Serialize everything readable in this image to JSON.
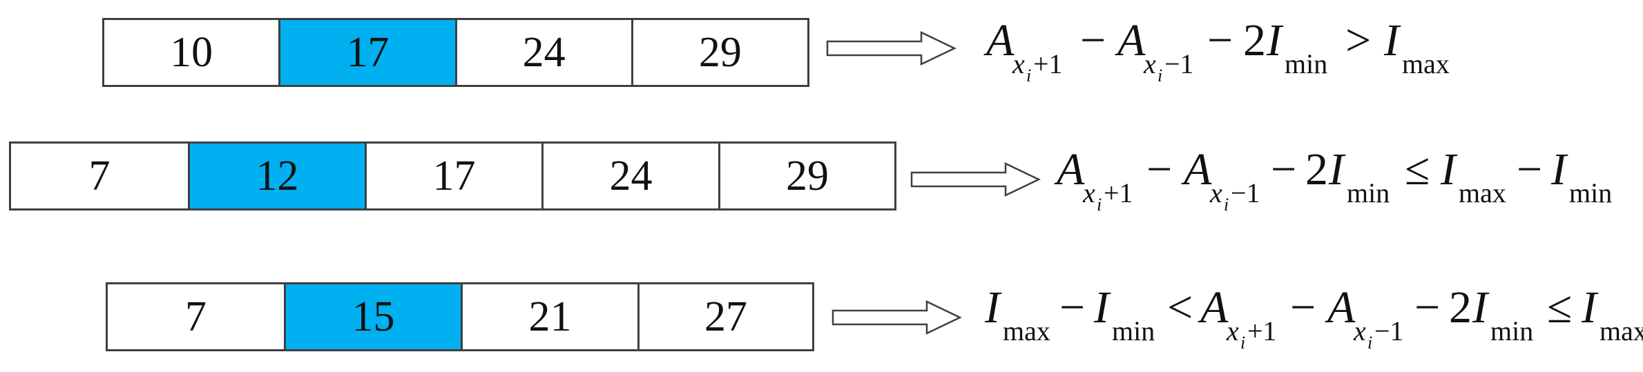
{
  "rows": [
    {
      "cells": [
        "10",
        "17",
        "24",
        "29"
      ],
      "highlight_index": 1,
      "formula": {
        "t1": "A",
        "t1_sub": "x",
        "t1_subsub": "i",
        "t1_tail": "+1",
        "op1": "−",
        "t2": "A",
        "t2_sub": "x",
        "t2_subsub": "i",
        "t2_tail": "−1",
        "op2": "−",
        "coef": "2",
        "t3": "I",
        "t3_sub": "min",
        "rel": ">",
        "t4": "I",
        "t4_sub": "max"
      }
    },
    {
      "cells": [
        "7",
        "12",
        "17",
        "24",
        "29"
      ],
      "highlight_index": 1,
      "formula": {
        "t1": "A",
        "t1_sub": "x",
        "t1_subsub": "i",
        "t1_tail": "+1",
        "op1": "−",
        "t2": "A",
        "t2_sub": "x",
        "t2_subsub": "i",
        "t2_tail": "−1",
        "op2": "−",
        "coef": "2",
        "t3": "I",
        "t3_sub": "min",
        "rel": "≤",
        "t4": "I",
        "t4_sub": "max",
        "op3": "−",
        "t5": "I",
        "t5_sub": "min"
      }
    },
    {
      "cells": [
        "7",
        "15",
        "21",
        "27"
      ],
      "highlight_index": 1,
      "formula": {
        "p1": "I",
        "p1_sub": "max",
        "pop": "−",
        "p2": "I",
        "p2_sub": "min",
        "prel": "<",
        "t1": "A",
        "t1_sub": "x",
        "t1_subsub": "i",
        "t1_tail": "+1",
        "op1": "−",
        "t2": "A",
        "t2_sub": "x",
        "t2_subsub": "i",
        "t2_tail": "−1",
        "op2": "−",
        "coef": "2",
        "t3": "I",
        "t3_sub": "min",
        "rel": "≤",
        "t4": "I",
        "t4_sub": "max"
      }
    }
  ],
  "colors": {
    "highlight": "#00b0f0",
    "border": "#3f3f3f"
  }
}
